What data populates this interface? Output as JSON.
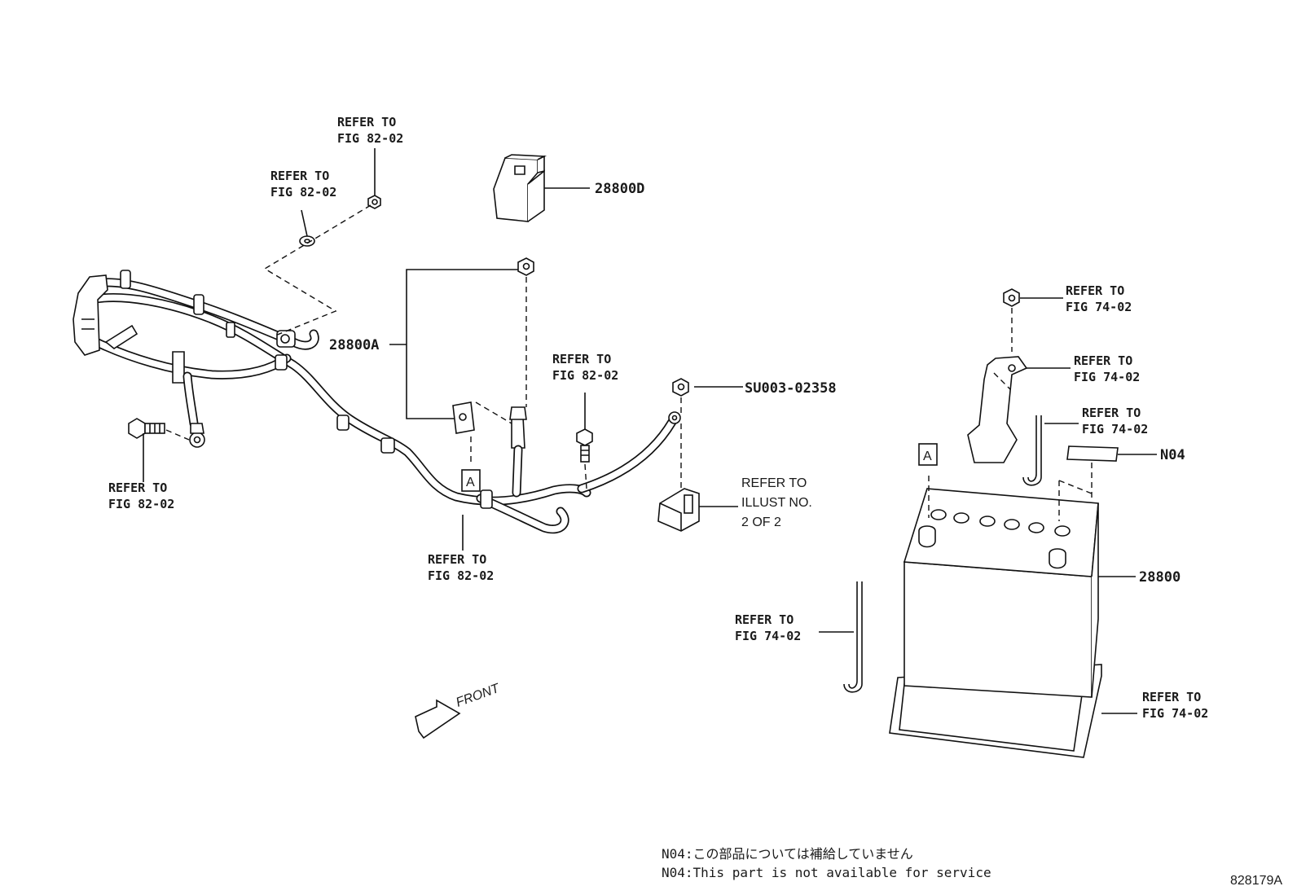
{
  "callouts": {
    "ref_82_nut": [
      "REFER TO",
      "FIG 82-02"
    ],
    "ref_82_washer": [
      "REFER TO",
      "FIG 82-02"
    ],
    "ref_82_bolt_left": [
      "REFER TO",
      "FIG 82-02"
    ],
    "ref_82_cable": [
      "REFER TO",
      "FIG 82-02"
    ],
    "ref_82_bolt_mid": [
      "REFER TO",
      "FIG 82-02"
    ],
    "ref_74_nut": [
      "REFER TO",
      "FIG 74-02"
    ],
    "ref_74_clamp": [
      "REFER TO",
      "FIG 74-02"
    ],
    "ref_74_rod_right": [
      "REFER TO",
      "FIG 74-02"
    ],
    "ref_74_rod_left": [
      "REFER TO",
      "FIG 74-02"
    ],
    "ref_74_tray": [
      "REFER TO",
      "FIG 74-02"
    ],
    "ref_illust": [
      "REFER TO",
      "ILLUST NO.",
      "2 OF 2"
    ]
  },
  "parts": {
    "cover": "28800D",
    "cable": "28800A",
    "nut": "SU003-02358",
    "label": "N04",
    "battery": "28800"
  },
  "markers": {
    "a_left": "A",
    "a_right": "A"
  },
  "front_label": "FRONT",
  "notes": [
    "N04:この部品については補給していません",
    "N04:This part is not available for service"
  ],
  "figure_id": "828179A"
}
